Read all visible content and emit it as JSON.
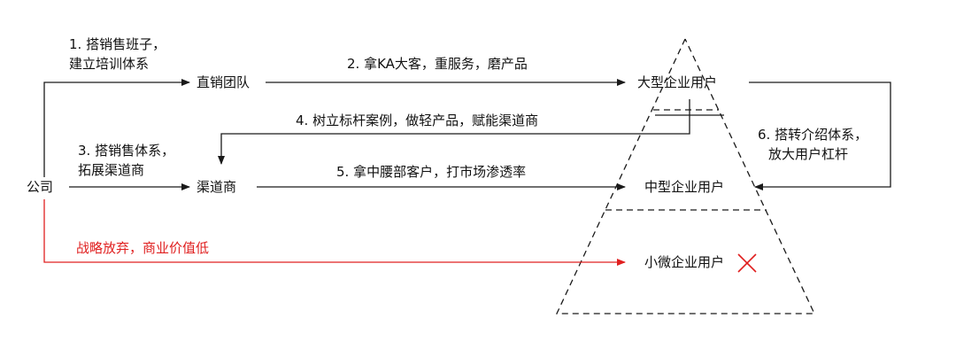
{
  "nodes": {
    "company": "公司",
    "direct_team": "直销团队",
    "channel": "渠道商",
    "large": "大型企业用户",
    "medium": "中型企业用户",
    "small": "小微企业用户"
  },
  "steps": {
    "s1": {
      "line1": "1. 搭销售班子，",
      "line2": "建立培训体系"
    },
    "s2": "2. 拿KA大客，重服务，磨产品",
    "s3": {
      "line1": "3. 搭销售体系，",
      "line2": "拓展渠道商"
    },
    "s4": "4. 树立标杆案例，做轻产品，赋能渠道商",
    "s5": "5. 拿中腰部客户，打市场渗透率",
    "s6": {
      "line1": "6. 搭转介绍体系，",
      "line2": "放大用户杠杆"
    }
  },
  "abandon": "战略放弃，商业价值低",
  "colors": {
    "line": "#1a1a1a",
    "abandon": "#e02020"
  }
}
